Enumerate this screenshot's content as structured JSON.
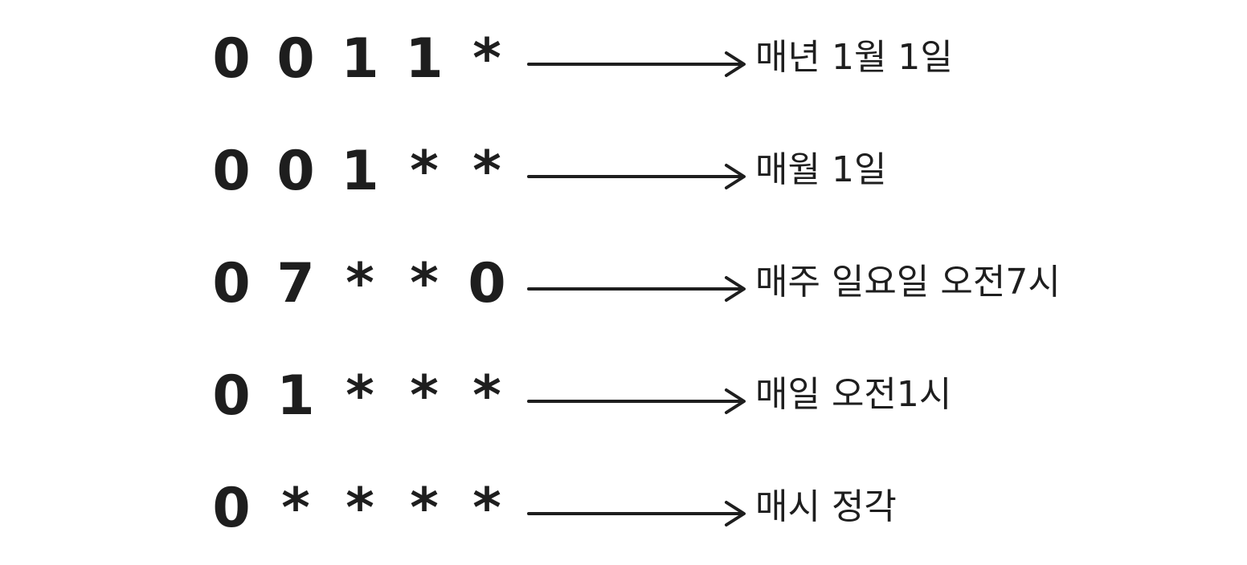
{
  "rows": [
    {
      "fields": [
        "0",
        "0",
        "1",
        "1",
        "*"
      ],
      "description": "매년 1월 1일"
    },
    {
      "fields": [
        "0",
        "0",
        "1",
        "*",
        "*"
      ],
      "description": "매월 1일"
    },
    {
      "fields": [
        "0",
        "7",
        "*",
        "*",
        "0"
      ],
      "description": "매주 일요일 오전7시"
    },
    {
      "fields": [
        "0",
        "1",
        "*",
        "*",
        "*"
      ],
      "description": "매일 오전1시"
    },
    {
      "fields": [
        "0",
        "*",
        "*",
        "*",
        "*"
      ],
      "description": "매시 정각"
    }
  ],
  "colors": {
    "text": "#1e1e1e",
    "arrow": "#1e1e1e",
    "background": "#ffffff"
  },
  "icons": {
    "arrow": "right-arrow-icon"
  }
}
